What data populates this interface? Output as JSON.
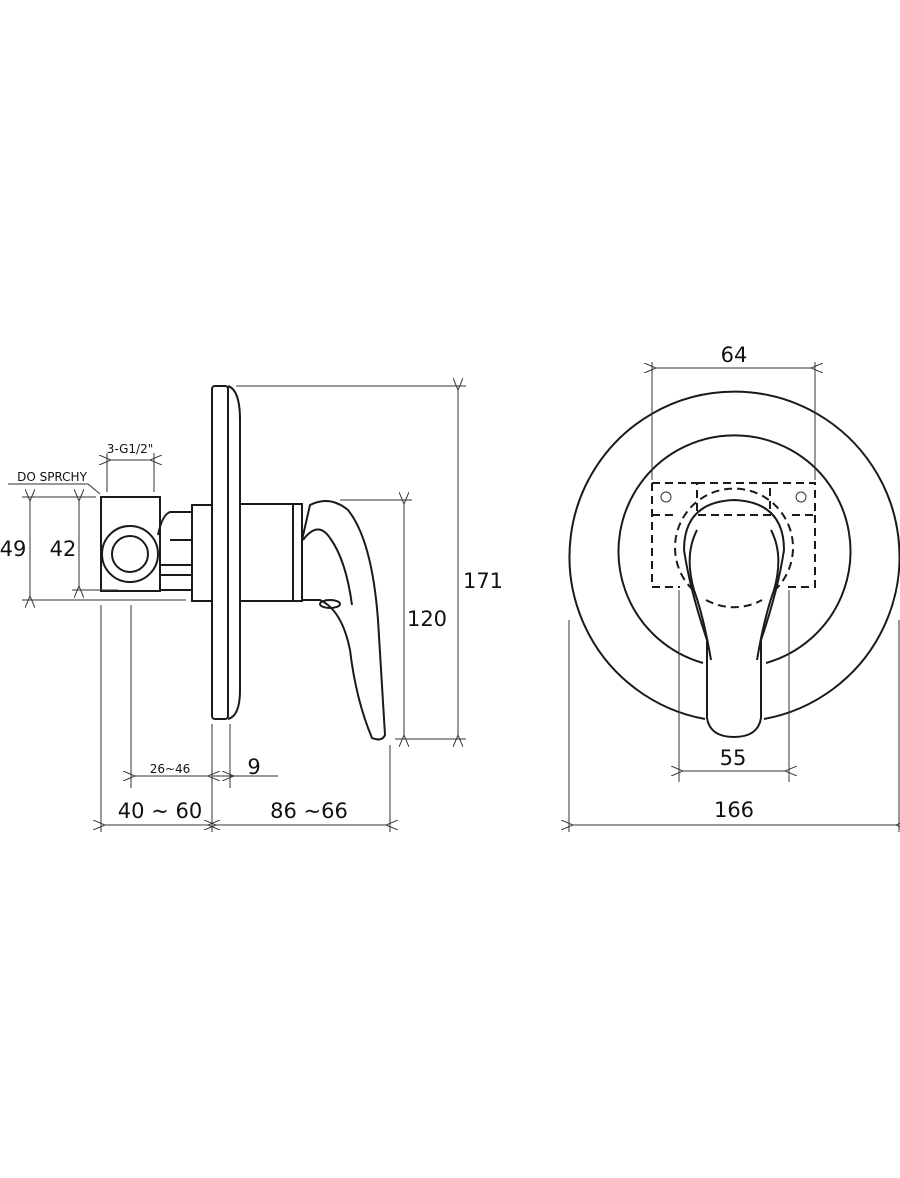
{
  "side_view": {
    "label_outlet": "DO SPRCHY",
    "dim_thread": "3-G1/2\"",
    "dim_49": "49",
    "dim_42": "42",
    "dim_171": "171",
    "dim_120": "120",
    "dim_26_46": "26~46",
    "dim_9": "9",
    "dim_40_60": "40 ~ 60",
    "dim_86_66": "86 ~66"
  },
  "front_view": {
    "dim_64": "64",
    "dim_55": "55",
    "dim_166": "166"
  },
  "colors": {
    "line": "#1a1a1a",
    "background": "#ffffff"
  }
}
